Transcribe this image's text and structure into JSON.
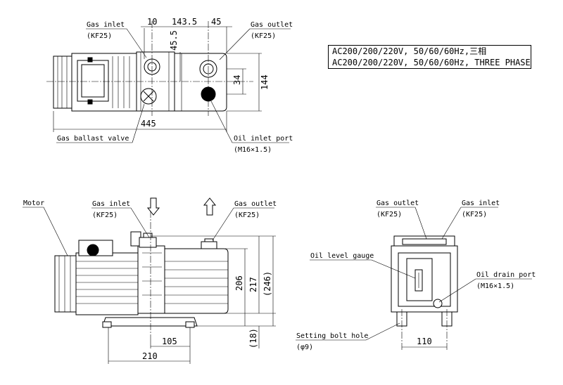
{
  "spec": {
    "line1": "AC200/200/220V, 50/60/60Hz,三相",
    "line2": "AC200/200/220V, 50/60/60Hz, THREE PHASE"
  },
  "top_view": {
    "gas_inlet": "Gas inlet",
    "gas_inlet_kf": "(KF25)",
    "gas_outlet": "Gas outlet",
    "gas_outlet_kf": "(KF25)",
    "gas_ballast_valve": "Gas ballast valve",
    "oil_inlet_port": "Oil inlet port",
    "oil_inlet_thread": "(M16×1.5)",
    "dims": {
      "d10": "10",
      "d143_5": "143.5",
      "d45": "45",
      "d45_5": "45.5",
      "d34": "34",
      "d144": "144",
      "d445": "445"
    }
  },
  "side_view": {
    "motor": "Motor",
    "gas_inlet": "Gas inlet",
    "gas_inlet_kf": "(KF25)",
    "gas_outlet": "Gas outlet",
    "gas_outlet_kf": "(KF25)",
    "dims": {
      "d206": "206",
      "d217": "217",
      "d246": "(246)",
      "d18": "(18)",
      "d105": "105",
      "d210": "210"
    }
  },
  "end_view": {
    "gas_outlet": "Gas outlet",
    "gas_outlet_kf": "(KF25)",
    "gas_inlet": "Gas inlet",
    "gas_inlet_kf": "(KF25)",
    "oil_level_gauge": "Oil level gauge",
    "oil_drain_port": "Oil drain port",
    "oil_drain_thread": "(M16×1.5)",
    "setting_bolt_hole": "Setting bolt hole",
    "setting_bolt_dia": "(φ9)",
    "dims": {
      "d110": "110"
    }
  }
}
